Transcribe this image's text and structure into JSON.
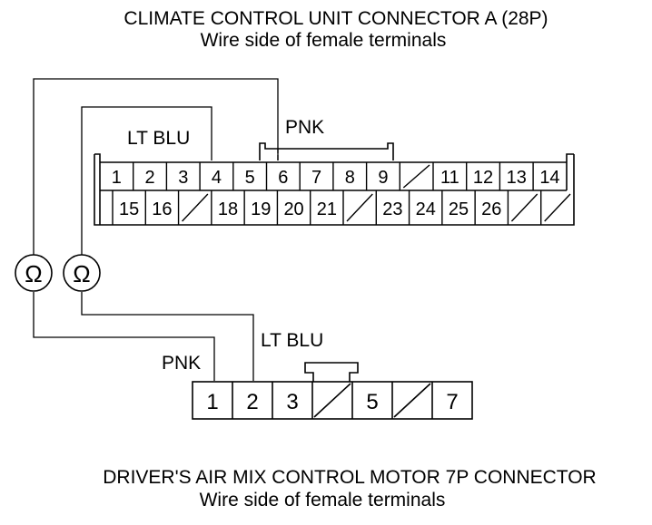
{
  "top_connector": {
    "title": "CLIMATE CONTROL UNIT CONNECTOR A (28P)",
    "subtitle": "Wire side of female terminals",
    "row1_pins": [
      "1",
      "2",
      "3",
      "4",
      "5",
      "6",
      "7",
      "8",
      "9",
      "",
      "11",
      "12",
      "13",
      "14"
    ],
    "row2_pins": [
      "",
      "15",
      "16",
      "",
      "18",
      "19",
      "20",
      "21",
      "",
      "23",
      "24",
      "25",
      "26",
      "",
      ""
    ]
  },
  "bottom_connector": {
    "title": "DRIVER'S AIR MIX CONTROL MOTOR 7P CONNECTOR",
    "subtitle": "Wire side of female terminals",
    "pins": [
      "1",
      "2",
      "3",
      "",
      "5",
      "",
      "7"
    ]
  },
  "wires": {
    "outer": {
      "top_color": "PNK",
      "bottom_color": "PNK"
    },
    "inner": {
      "top_color": "LT BLU",
      "bottom_color": "LT BLU"
    }
  },
  "meters": {
    "left_symbol": "Ω",
    "right_symbol": "Ω"
  }
}
